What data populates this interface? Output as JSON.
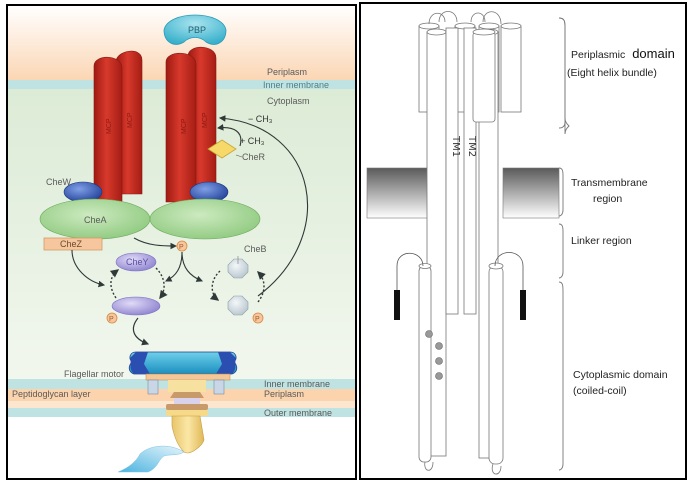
{
  "left_panel": {
    "title": "Bacterial chemotaxis signalling pathway",
    "regions": {
      "periplasm_top": "Periplasm",
      "inner_membrane_top": "Inner membrane",
      "cytoplasm": "Cytoplasm",
      "inner_membrane_bottom": "Inner membrane",
      "periplasm_bottom": "Periplasm",
      "outer_membrane": "Outer membrane",
      "peptidoglycan": "Peptidoglycan layer"
    },
    "proteins": {
      "pbp": "PBP",
      "mcp": "MCP",
      "chew": "CheW",
      "chea": "CheA",
      "chez": "CheZ",
      "chey": "CheY",
      "cheb": "CheB",
      "cher": "CheR",
      "phosphate": "P"
    },
    "annotations": {
      "minus_ch3": "− CH₃",
      "plus_ch3": "+ CH₃",
      "flagellar_motor": "Flagellar motor"
    },
    "colors": {
      "periplasm": "#fbd9bb",
      "membrane": "#bfe3e2",
      "cytoplasm": "#e4f0df",
      "mcp": "#c8261c",
      "pbp": "#5cc3d8",
      "chea": "#9fd48f",
      "chew": "#3e64b8",
      "chey": "#a99ee0",
      "cheb": "#d2dde3",
      "cher": "#f7d96a",
      "chez": "#f6c79e",
      "motor": "#2fa7cf"
    }
  },
  "right_panel": {
    "title": "MCP domain architecture",
    "helix_labels": {
      "tm1": "TM1",
      "tm2": "TM2"
    },
    "domains": [
      {
        "name": "Periplasmic",
        "emphasis": "domain",
        "sub": "(Eight helix bundle)"
      },
      {
        "name": "Transmembrane",
        "sub": "region"
      },
      {
        "name": "Linker region",
        "sub": ""
      },
      {
        "name": "Cytoplasmic domain",
        "sub": "(coiled-coil)"
      }
    ],
    "methylation_sites": 4
  }
}
